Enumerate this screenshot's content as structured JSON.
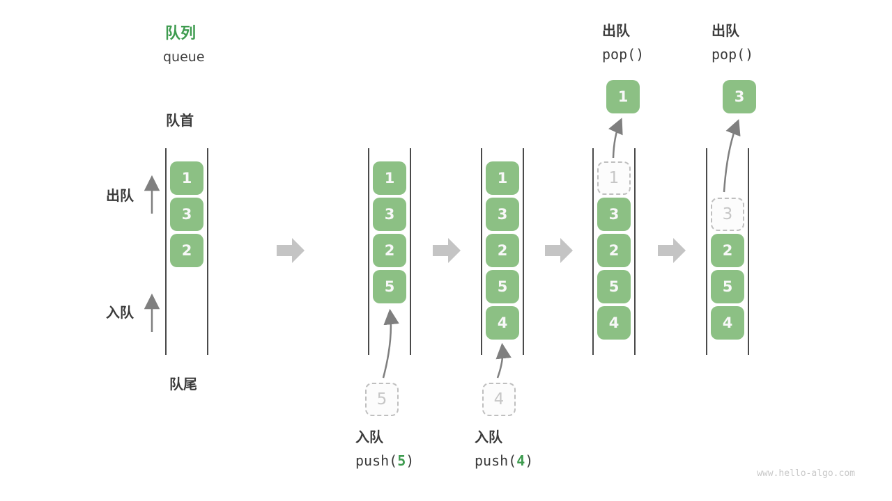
{
  "title": {
    "zh": "队列",
    "en": "queue"
  },
  "labels": {
    "front": "队首",
    "rear": "队尾",
    "dequeue_side": "出队",
    "enqueue_side": "入队"
  },
  "operations": {
    "push1": {
      "label": "入队",
      "fn_open": "push(",
      "arg": "5",
      "fn_close": ")"
    },
    "push2": {
      "label": "入队",
      "fn_open": "push(",
      "arg": "4",
      "fn_close": ")"
    },
    "pop1": {
      "label": "出队",
      "fn": "pop()"
    },
    "pop2": {
      "label": "出队",
      "fn": "pop()"
    }
  },
  "states": [
    {
      "name": "initial-queue",
      "slots": [
        {
          "value": "1",
          "slot": 0,
          "ghost": false
        },
        {
          "value": "3",
          "slot": 1,
          "ghost": false
        },
        {
          "value": "2",
          "slot": 2,
          "ghost": false
        }
      ]
    },
    {
      "name": "after-push-5",
      "slots": [
        {
          "value": "1",
          "slot": 0,
          "ghost": false
        },
        {
          "value": "3",
          "slot": 1,
          "ghost": false
        },
        {
          "value": "2",
          "slot": 2,
          "ghost": false
        },
        {
          "value": "5",
          "slot": 3,
          "ghost": false
        }
      ],
      "incoming": {
        "value": "5"
      }
    },
    {
      "name": "after-push-4",
      "slots": [
        {
          "value": "1",
          "slot": 0,
          "ghost": false
        },
        {
          "value": "3",
          "slot": 1,
          "ghost": false
        },
        {
          "value": "2",
          "slot": 2,
          "ghost": false
        },
        {
          "value": "5",
          "slot": 3,
          "ghost": false
        },
        {
          "value": "4",
          "slot": 4,
          "ghost": false
        }
      ],
      "incoming": {
        "value": "4"
      }
    },
    {
      "name": "after-pop-1",
      "slots": [
        {
          "value": "1",
          "slot": 0,
          "ghost": true
        },
        {
          "value": "3",
          "slot": 1,
          "ghost": false
        },
        {
          "value": "2",
          "slot": 2,
          "ghost": false
        },
        {
          "value": "5",
          "slot": 3,
          "ghost": false
        },
        {
          "value": "4",
          "slot": 4,
          "ghost": false
        }
      ],
      "outgoing": {
        "value": "1"
      }
    },
    {
      "name": "after-pop-3",
      "slots": [
        {
          "value": "3",
          "slot": 1,
          "ghost": true
        },
        {
          "value": "2",
          "slot": 2,
          "ghost": false
        },
        {
          "value": "5",
          "slot": 3,
          "ghost": false
        },
        {
          "value": "4",
          "slot": 4,
          "ghost": false
        }
      ],
      "outgoing": {
        "value": "3"
      }
    }
  ],
  "colors": {
    "item_green": "#8cc084",
    "accent_green": "#3e9b4f",
    "ghost_gray": "#bfbfbf",
    "arrow_gray": "#7f7f7f",
    "flow_arrow_gray": "#c4c4c4",
    "line_dark": "#4a4a4a"
  },
  "watermark": "www.hello-algo.com"
}
